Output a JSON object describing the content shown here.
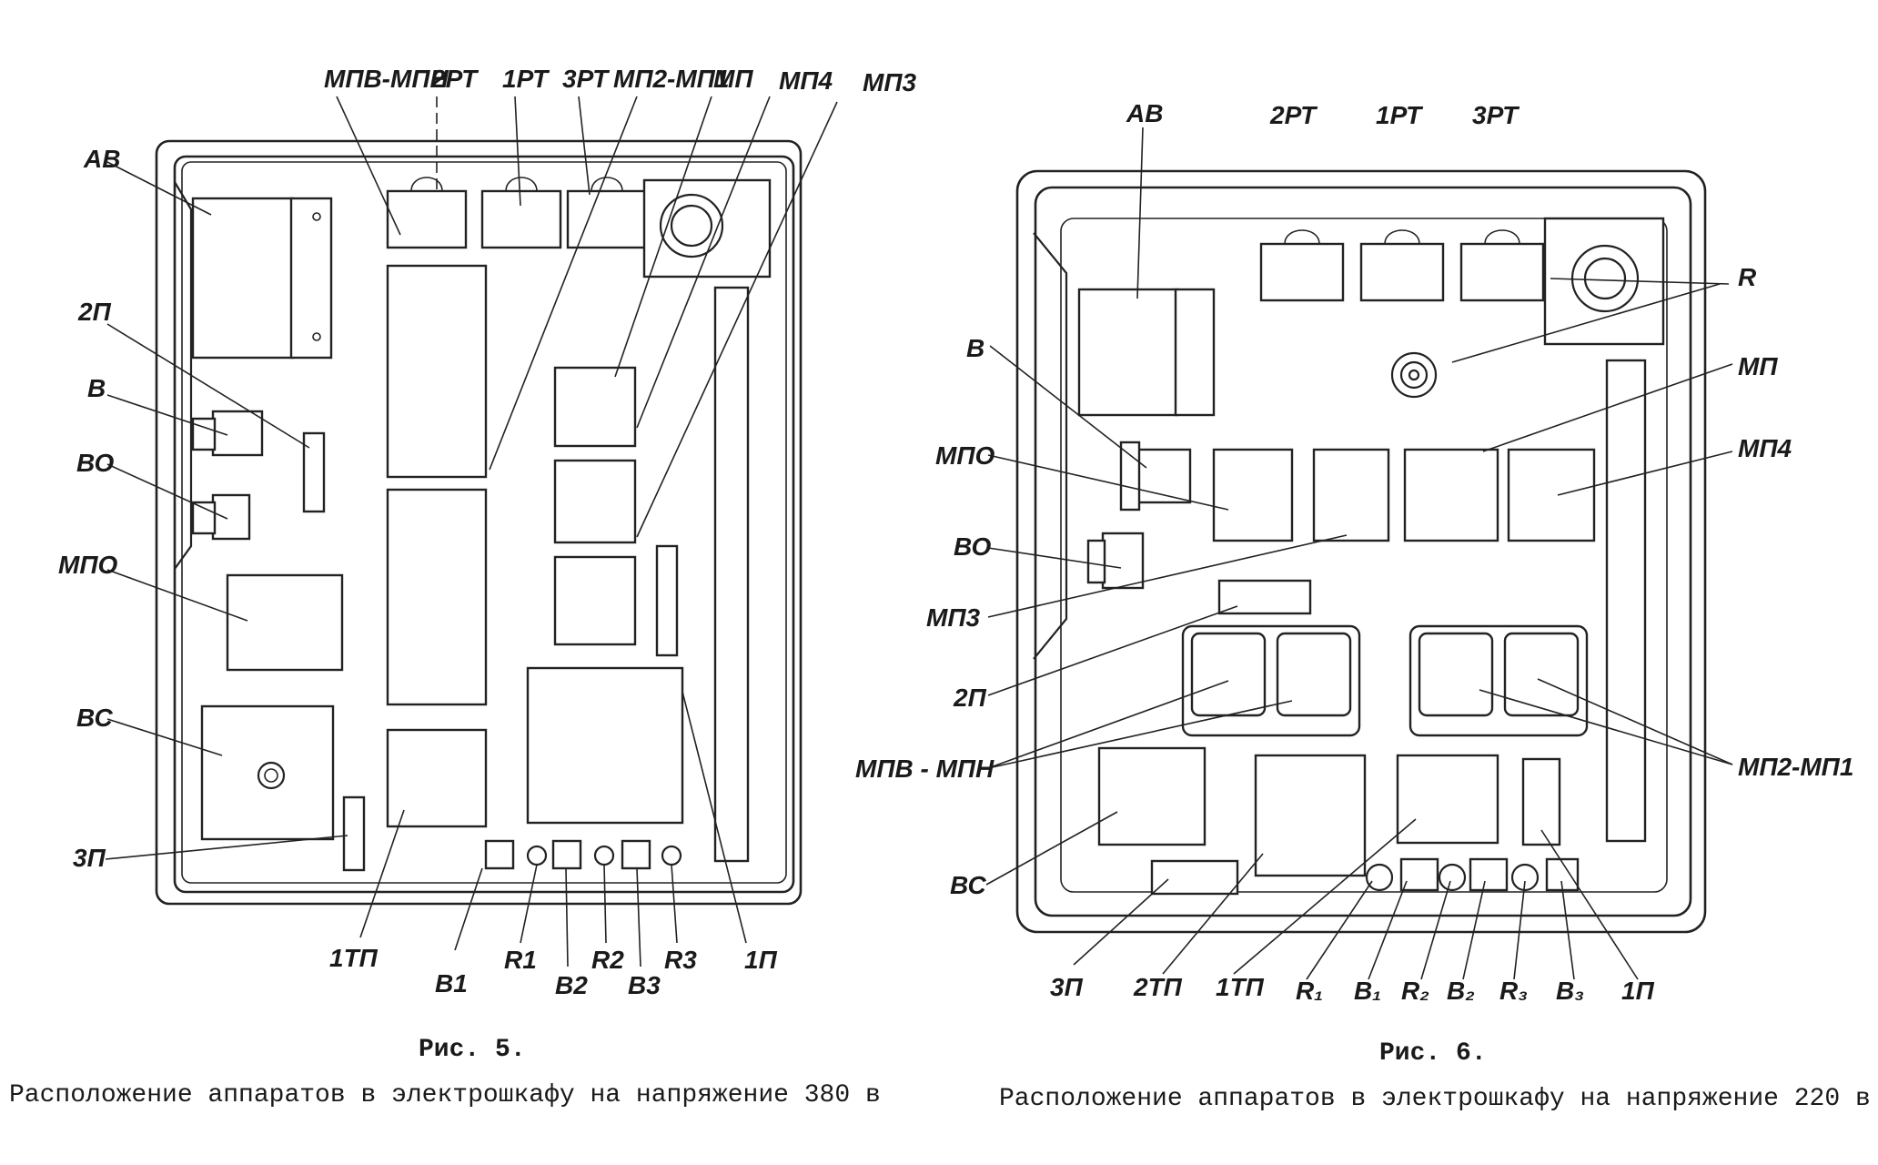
{
  "figure5": {
    "labels": {
      "mpv_mpn": "МПВ-МПН",
      "rt2": "2РТ",
      "rt1": "1РТ",
      "rt3": "3РТ",
      "mp2_mp1": "МП2-МП1",
      "mp": "МП",
      "mp4": "МП4",
      "mp3": "МП3",
      "av": "АВ",
      "p2": "2П",
      "v": "В",
      "vo": "ВО",
      "mpo": "МПО",
      "vs": "ВС",
      "p3": "3П",
      "tp1": "1ТП",
      "v1": "В1",
      "r1": "R1",
      "v2": "В2",
      "r2": "R2",
      "v3": "В3",
      "r3": "R3",
      "p1": "1П"
    },
    "title": "Рис. 5.",
    "caption": "Расположение аппаратов в электрошкафу на напряжение 380 в"
  },
  "figure6": {
    "labels": {
      "av": "АВ",
      "rt2": "2РТ",
      "rt1": "1РТ",
      "rt3": "3РТ",
      "r": "R",
      "mp": "МП",
      "mp4": "МП4",
      "v": "В",
      "mpo": "МПО",
      "vo": "ВО",
      "mp3": "МП3",
      "p2": "2П",
      "mpv_mpn": "МПВ - МПН",
      "mp2_mp1": "МП2-МП1",
      "vs": "ВС",
      "p3": "3П",
      "tp2": "2ТП",
      "tp1": "1ТП",
      "r1": "R₁",
      "v1": "В₁",
      "r2": "R₂",
      "v2": "В₂",
      "r3": "R₃",
      "v3": "В₃",
      "p1": "1П"
    },
    "title": "Рис. 6.",
    "caption": "Расположение аппаратов в электрошкафу на напряжение 220 в"
  }
}
